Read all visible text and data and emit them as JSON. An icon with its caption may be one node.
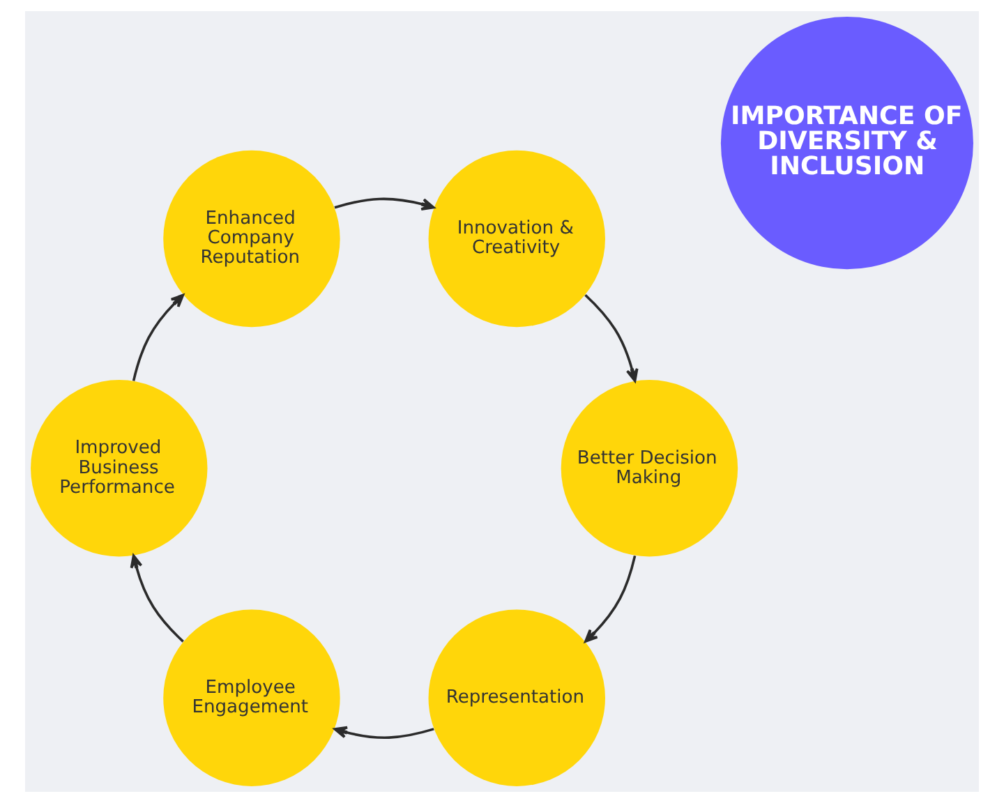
{
  "diagram": {
    "nodes": [
      {
        "text": [
          "IMPORTANCE OF DIVERSITY & INCLUSION"
        ]
      },
      {
        "text": [
          "Enhanced Company Reputation"
        ]
      },
      {
        "text": [
          "Innovation & Creativity"
        ]
      },
      {
        "text": [
          "Better Decision Making"
        ]
      },
      {
        "text": [
          "Representation"
        ]
      },
      {
        "text": [
          "Employee Engagement"
        ]
      },
      {
        "text": [
          "Improved Business Performance"
        ]
      }
    ],
    "edges": [
      {
        "from": 1,
        "to": 2,
        "arrow": "to"
      },
      {
        "from": 2,
        "to": 3,
        "arrow": "to"
      },
      {
        "from": 3,
        "to": 4,
        "arrow": "to"
      },
      {
        "from": 4,
        "to": 5,
        "arrow": "to"
      },
      {
        "from": 5,
        "to": 6,
        "arrow": "to"
      },
      {
        "from": 6,
        "to": 1,
        "arrow": "to"
      }
    ]
  }
}
